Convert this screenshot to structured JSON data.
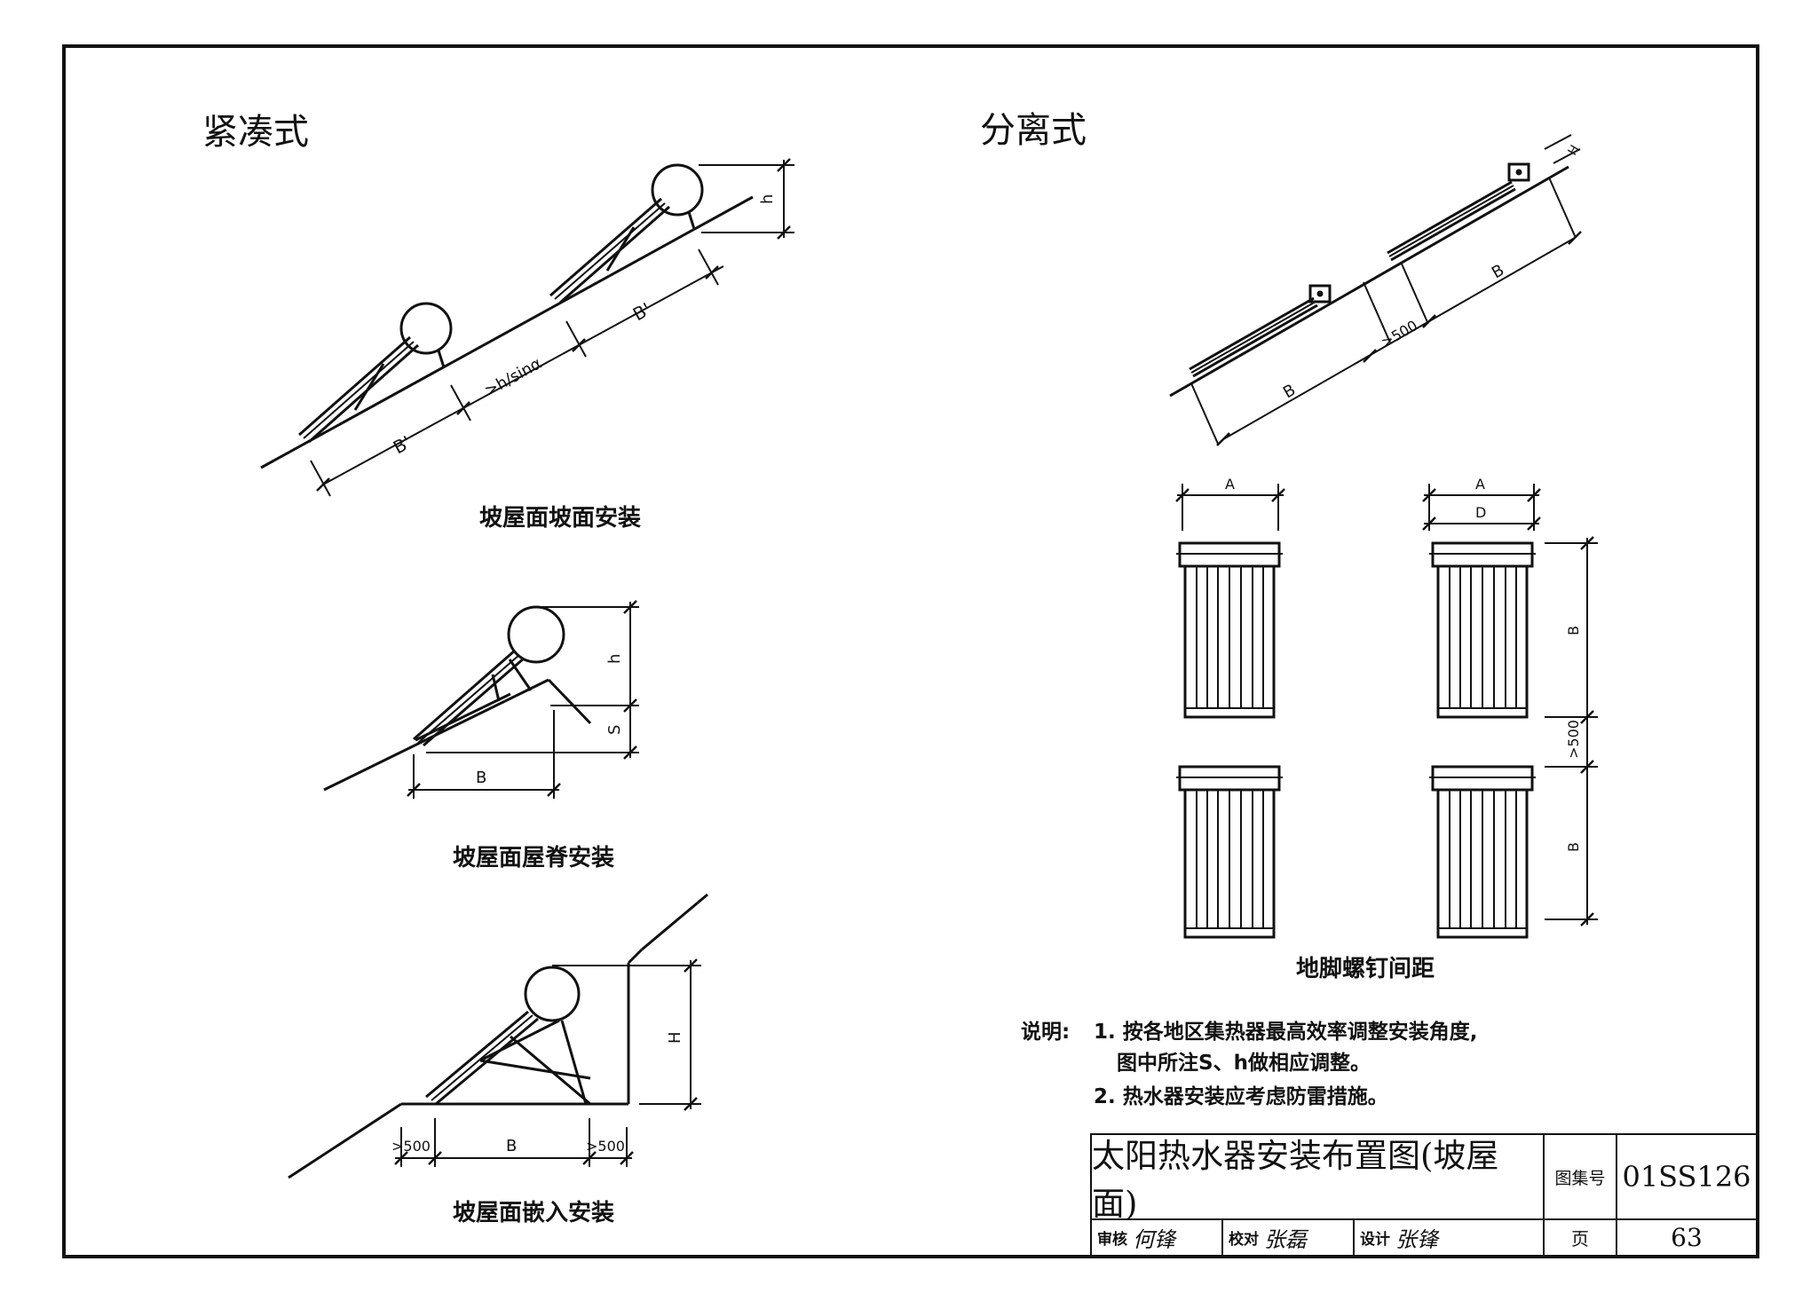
{
  "sections": {
    "compact": "紧凑式",
    "separate": "分离式"
  },
  "captions": {
    "slope_install": "坡屋面坡面安装",
    "ridge_install": "坡屋面屋脊安装",
    "embedded_install": "坡屋面嵌入安装",
    "anchor_spacing": "地脚螺钉间距"
  },
  "dimensions": {
    "b_prime": "B'",
    "h_sin": ">h/sinα",
    "h": "h",
    "s": "S",
    "b": "B",
    "H": "H",
    "gt500": ">500",
    "a": "A",
    "d": "D"
  },
  "notes": {
    "heading": "说明:",
    "line1": "1. 按各地区集热器最高效率调整安装角度,",
    "line1b": "图中所注S、h做相应调整。",
    "line2": "2. 热水器安装应考虑防雷措施。"
  },
  "title_block": {
    "title": "太阳热水器安装布置图(坡屋面)",
    "atlas_label": "图集号",
    "atlas_code": "01SS126",
    "review_label": "审核",
    "review_name": "何锋",
    "check_label": "校对",
    "check_name": "张磊",
    "design_label": "设计",
    "design_name": "张锋",
    "page_label": "页",
    "page_number": "63"
  }
}
